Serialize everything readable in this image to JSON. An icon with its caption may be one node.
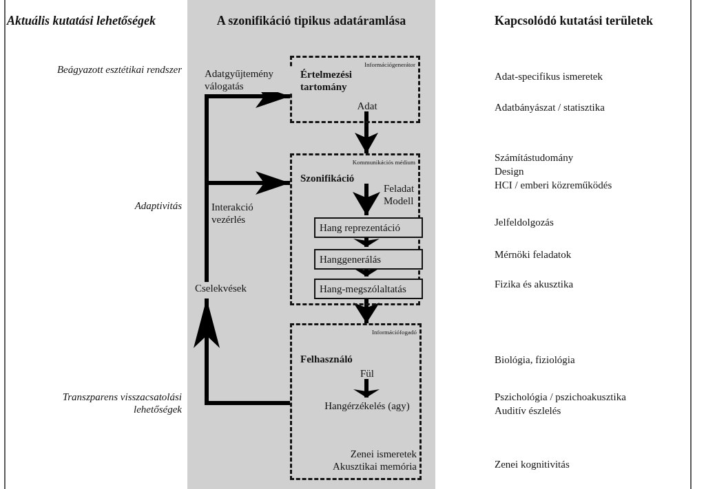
{
  "diagram": {
    "nodes": [
      {
        "text": [
          "Információgenerátor"
        ]
      },
      {
        "text": [
          "Értelmezési tartomány"
        ],
        "in": 0
      },
      {
        "text": [
          "Adat"
        ],
        "in": 0
      },
      {
        "text": [
          "Kommunikációs médium"
        ]
      },
      {
        "text": [
          "Szonifikáció"
        ],
        "in": 3
      },
      {
        "text": [
          "Feladat Modell"
        ],
        "in": 3
      },
      {
        "text": [
          "Hang reprezentáció"
        ],
        "in": 3
      },
      {
        "text": [
          "Hanggenerálás"
        ],
        "in": 3
      },
      {
        "text": [
          "Hang-megszólaltatás"
        ],
        "in": 3
      },
      {
        "text": [
          "Információfogadó"
        ]
      },
      {
        "text": [
          "Felhasználó"
        ],
        "in": 9
      },
      {
        "text": [
          "Fül"
        ],
        "in": 9
      },
      {
        "text": [
          "Hangérzékelés (agy)"
        ],
        "in": 9
      },
      {
        "text": [
          "Zenei ismeretek Akusztikai memória"
        ],
        "in": 9
      },
      {
        "text": [
          "Cselekvések"
        ]
      }
    ],
    "edges": [
      {
        "from": 2,
        "to": 3,
        "arrow": "to"
      },
      {
        "from": 4,
        "to": 6,
        "arrow": "to"
      },
      {
        "from": 6,
        "to": 7,
        "arrow": "to"
      },
      {
        "from": 7,
        "to": 8,
        "arrow": "to"
      },
      {
        "from": 8,
        "to": 9,
        "arrow": "to"
      },
      {
        "from": 11,
        "to": 12,
        "arrow": "to"
      },
      {
        "from": 9,
        "to": 14,
        "arrow": "to"
      },
      {
        "from": 14,
        "to": 0,
        "arrow": "to",
        "label": "Adatgyűjtemény válogatás"
      },
      {
        "from": 14,
        "to": 3,
        "arrow": "to",
        "label": "Interakció vezérlés"
      }
    ],
    "labels": [
      "Aktuális kutatási lehetőségek",
      "A szonifikáció tipikus adatáramlása",
      "Kapcsolódó kutatási területek",
      "Beágyazott esztétikai rendszer",
      "Adat-specifikus ismeretek",
      "Adatbányászat / statisztika",
      "Számítástudomány",
      "Design",
      "HCI / emberi közreműködés",
      "Adaptivitás",
      "Jelfeldolgozás",
      "Mérnöki feladatok",
      "Fizika és akusztika",
      "Biológia, fiziológia",
      "Transzparens visszacsatolási lehetőségek",
      "Pszichológia / pszichoakusztika",
      "Auditív észlelés",
      "Zenei kognitivitás"
    ]
  }
}
